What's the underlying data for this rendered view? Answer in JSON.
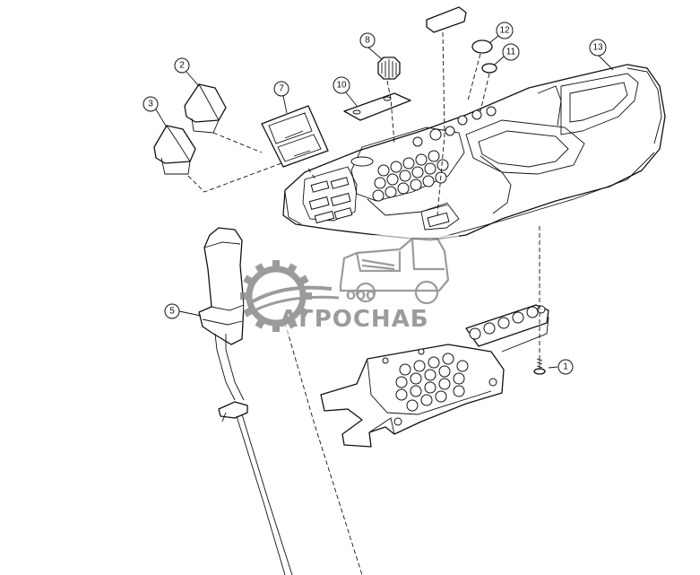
{
  "callouts": {
    "c1": "1",
    "c2": "2",
    "c3": "3",
    "c5": "5",
    "c7": "7",
    "c8": "8",
    "c10": "10",
    "c11": "11",
    "c12": "12",
    "c13": "13"
  },
  "watermark": {
    "prefix": "ООО",
    "brand": "АГРОСНАБ"
  },
  "colors": {
    "line": "#111111",
    "watermark": "#8a8a8a",
    "background": "#ffffff"
  }
}
